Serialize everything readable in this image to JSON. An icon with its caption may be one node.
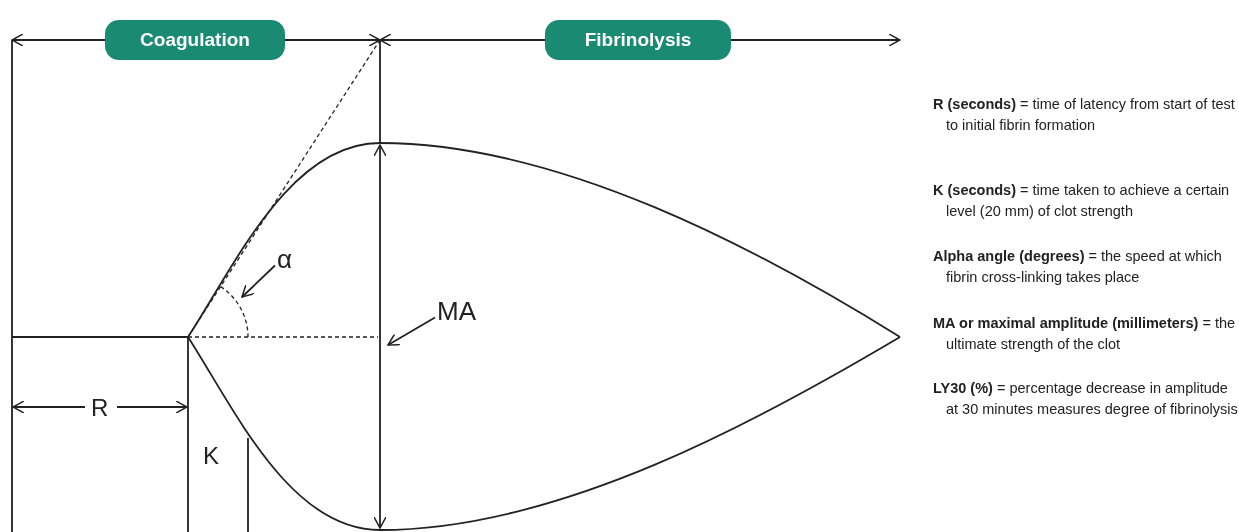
{
  "diagram": {
    "nodes": [
      {
        "text": [
          "Coagulation"
        ]
      },
      {
        "text": [
          "Fibrinolysis"
        ]
      },
      {
        "text": [
          "α"
        ]
      },
      {
        "text": [
          "MA"
        ]
      }
    ],
    "edges": [
      {
        "from": 2,
        "to": null,
        "arrow": "to"
      },
      {
        "from": 3,
        "to": null,
        "arrow": "to"
      }
    ],
    "labels": [
      "R",
      "K",
      "**R (seconds)** = time of latency from start of test to initial fibrin formation",
      "**K (seconds)** = time taken to achieve a certain level (20 mm) of clot strength",
      "**Alpha angle (degrees)** = the speed at which fibrin cross-linking takes place",
      "**MA or maximal amplitude (millimeters)** = the ultimate strength of the clot",
      "**LY30 (%)** = percentage decrease in amplitude at 30 minutes measures degree of fibrinolysis"
    ]
  }
}
